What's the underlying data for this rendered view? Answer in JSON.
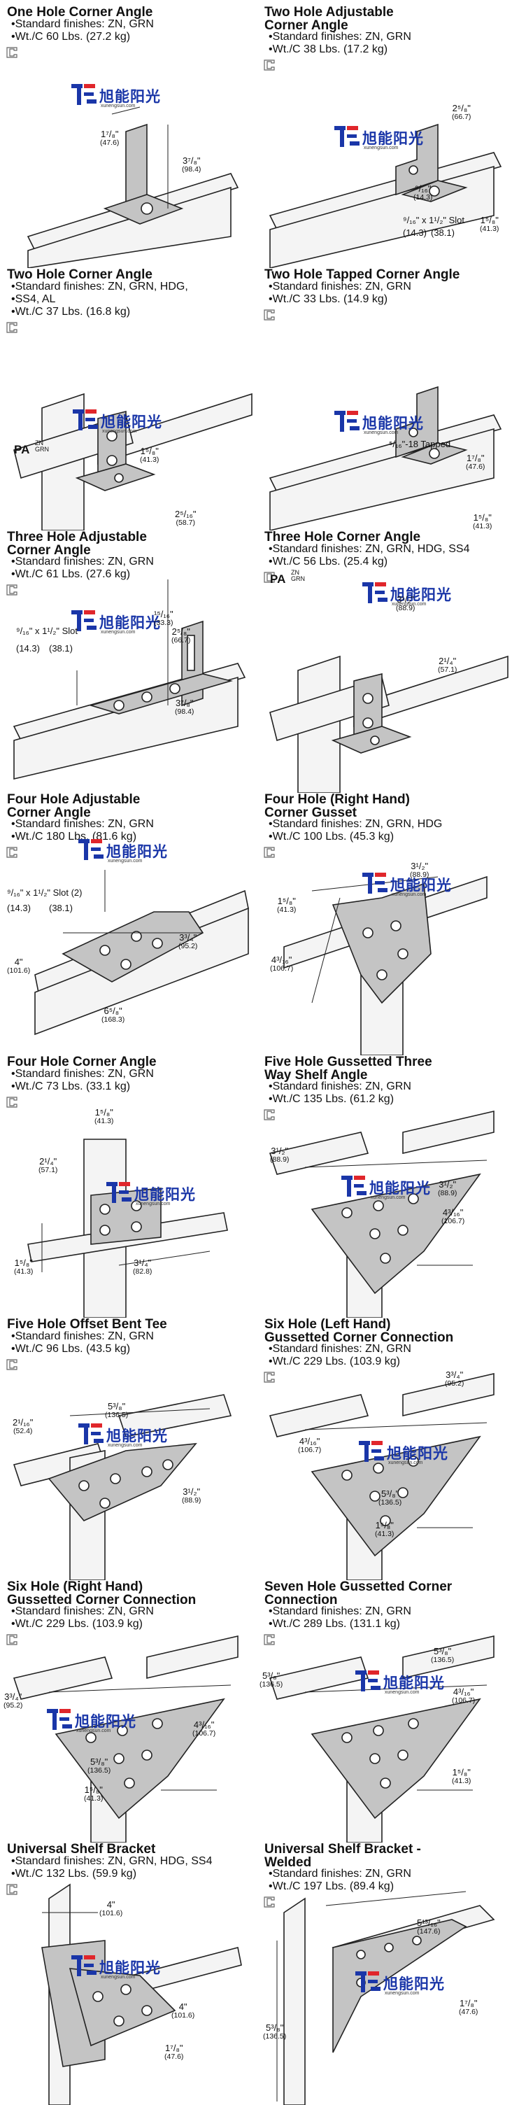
{
  "brand": {
    "name": "旭能阳光",
    "site": "xunengsun.com"
  },
  "products": [
    {
      "title": "One Hole Corner Angle",
      "bullets": [
        "Standard finishes: ZN, GRN",
        "Wt./C 60 Lbs. (27.2 kg)"
      ],
      "dims": [
        [
          "1⁷/₈\"",
          "(47.6)"
        ],
        [
          "3⁷/₈\"",
          "(98.4)"
        ]
      ]
    },
    {
      "title": "Two Hole Adjustable\nCorner Angle",
      "bullets": [
        "Standard finishes: ZN, GRN",
        "Wt./C 38 Lbs. (17.2 kg)"
      ],
      "dims": [
        [
          "2⁵/₈\"",
          "(66.7)"
        ],
        [
          "⁹/₁₆\"",
          "(14.3)"
        ],
        [
          "⁹/₁₆\" x 1¹/₂\" Slot",
          ""
        ],
        [
          "(14.3)",
          ""
        ],
        [
          "(38.1)",
          ""
        ],
        [
          "1⁵/₈\"",
          "(41.3)"
        ]
      ]
    },
    {
      "title": "Two Hole Corner Angle",
      "bullets": [
        "Standard finishes: ZN, GRN, HDG,",
        "SS4, AL",
        "Wt./C 37 Lbs. (16.8 kg)"
      ],
      "tag": {
        "main": "PA",
        "sub": "ZN\nGRN"
      },
      "dims": [
        [
          "1⁵/₈\"",
          "(41.3)"
        ],
        [
          "2⁵/₁₆\"",
          "(58.7)"
        ]
      ]
    },
    {
      "title": "Two Hole Tapped Corner Angle",
      "bullets": [
        "Standard finishes: ZN, GRN",
        "Wt./C 33 Lbs. (14.9 kg)"
      ],
      "dims": [
        [
          "⁵/₁₆\"-18 Tapped",
          ""
        ],
        [
          "1⁷/₈\"",
          "(47.6)"
        ],
        [
          "1⁵/₈\"",
          "(41.3)"
        ]
      ]
    },
    {
      "title": "Three Hole Adjustable\nCorner Angle",
      "bullets": [
        "Standard finishes: ZN, GRN",
        "Wt./C 61 Lbs. (27.6 kg)"
      ],
      "dims": [
        [
          "¹⁵/₁₆\"",
          "(33.3)"
        ],
        [
          "⁹/₁₆\" x 1¹/₂\" Slot",
          ""
        ],
        [
          "(14.3)",
          ""
        ],
        [
          "(38.1)",
          ""
        ],
        [
          "2⁵/₈\"",
          "(66.7)"
        ],
        [
          "3⁷/₈\"",
          "(98.4)"
        ]
      ]
    },
    {
      "title": "Three Hole Corner Angle",
      "bullets": [
        "Standard finishes: ZN, GRN, HDG, SS4",
        "Wt./C 56 Lbs. (25.4 kg)"
      ],
      "tag": {
        "main": "PA",
        "sub": "ZN\nGRN"
      },
      "dims": [
        [
          "3¹/₂\"",
          "(88.9)"
        ],
        [
          "2¹/₄\"",
          "(57.1)"
        ]
      ]
    },
    {
      "title": "Four Hole Adjustable\nCorner Angle",
      "bullets": [
        "Standard finishes: ZN, GRN",
        "Wt./C 180 Lbs. (81.6 kg)"
      ],
      "dims": [
        [
          "⁹/₁₆\" x 1¹/₂\" Slot (2)",
          ""
        ],
        [
          "(14.3)",
          ""
        ],
        [
          "(38.1)",
          ""
        ],
        [
          "3³/₄\"",
          "(95.2)"
        ],
        [
          "4\"",
          "(101.6)"
        ],
        [
          "6⁵/₈\"",
          "(168.3)"
        ]
      ]
    },
    {
      "title": "Four Hole (Right Hand)\nCorner Gusset",
      "bullets": [
        "Standard finishes: ZN, GRN, HDG",
        "Wt./C 100 Lbs. (45.3 kg)"
      ],
      "dims": [
        [
          "3¹/₂\"",
          "(88.9)"
        ],
        [
          "1⁵/₈\"",
          "(41.3)"
        ],
        [
          "4³/₁₆\"",
          "(106.7)"
        ]
      ]
    },
    {
      "title": "Four Hole Corner Angle",
      "bullets": [
        "Standard finishes: ZN, GRN",
        "Wt./C 73 Lbs. (33.1 kg)"
      ],
      "dims": [
        [
          "1⁵/₈\"",
          "(41.3)"
        ],
        [
          "2¹/₄\"",
          "(57.1)"
        ],
        [
          "1⁵/₈\"",
          "(41.3)"
        ],
        [
          "3¹/₄\"",
          "(82.8)"
        ]
      ]
    },
    {
      "title": "Five Hole Gussetted Three\nWay Shelf Angle",
      "bullets": [
        "Standard finishes: ZN, GRN",
        "Wt./C 135 Lbs. (61.2 kg)"
      ],
      "dims": [
        [
          "3¹/₂\"",
          "(88.9)"
        ],
        [
          "3¹/₂\"",
          "(88.9)"
        ],
        [
          "4³/₁₆\"",
          "(106.7)"
        ]
      ]
    },
    {
      "title": "Five Hole Offset Bent Tee",
      "bullets": [
        "Standard finishes: ZN, GRN",
        "Wt./C 96 Lbs. (43.5 kg)"
      ],
      "dims": [
        [
          "5³/₈\"",
          "(136.5)"
        ],
        [
          "2¹/₁₆\"",
          "(52.4)"
        ],
        [
          "3¹/₂\"",
          "(88.9)"
        ]
      ]
    },
    {
      "title": "Six Hole (Left Hand)\nGussetted Corner Connection",
      "bullets": [
        "Standard finishes: ZN, GRN",
        "Wt./C 229 Lbs. (103.9 kg)"
      ],
      "dims": [
        [
          "3³/₄\"",
          "(95.2)"
        ],
        [
          "4³/₁₆\"",
          "(106.7)"
        ],
        [
          "5³/₈\"",
          "(136.5)"
        ],
        [
          "1⁵/₈\"",
          "(41.3)"
        ]
      ]
    },
    {
      "title": "Six Hole (Right Hand)\nGussetted Corner Connection",
      "bullets": [
        "Standard finishes: ZN, GRN",
        "Wt./C 229 Lbs. (103.9 kg)"
      ],
      "dims": [
        [
          "3³/₄\"",
          "(95.2)"
        ],
        [
          "4³/₁₆\"",
          "(106.7)"
        ],
        [
          "5³/₈\"",
          "(136.5)"
        ],
        [
          "1⁵/₈\"",
          "(41.3)"
        ]
      ]
    },
    {
      "title": "Seven Hole Gussetted Corner\nConnection",
      "bullets": [
        "Standard finishes: ZN, GRN",
        "Wt./C 289 Lbs. (131.1 kg)"
      ],
      "dims": [
        [
          "5³/₈\"",
          "(136.5)"
        ],
        [
          "5³/₈\"",
          "(136.5)"
        ],
        [
          "4³/₁₆\"",
          "(106.7)"
        ],
        [
          "1⁵/₈\"",
          "(41.3)"
        ]
      ]
    },
    {
      "title": "Universal Shelf Bracket",
      "bullets": [
        "Standard finishes: ZN, GRN, HDG, SS4",
        "Wt./C 132 Lbs. (59.9 kg)"
      ],
      "dims": [
        [
          "4\"",
          "(101.6)"
        ],
        [
          "4\"",
          "(101.6)"
        ],
        [
          "1⁷/₈\"",
          "(47.6)"
        ]
      ]
    },
    {
      "title": "Universal Shelf Bracket -\nWelded",
      "bullets": [
        "Standard finishes: ZN, GRN",
        "Wt./C 197 Lbs. (89.4 kg)"
      ],
      "dims": [
        [
          "5¹³/₁₆\"",
          "(147.6)"
        ],
        [
          "1⁷/₈\"",
          "(47.6)"
        ],
        [
          "5³/₈\"",
          "(136.5)"
        ]
      ]
    }
  ]
}
